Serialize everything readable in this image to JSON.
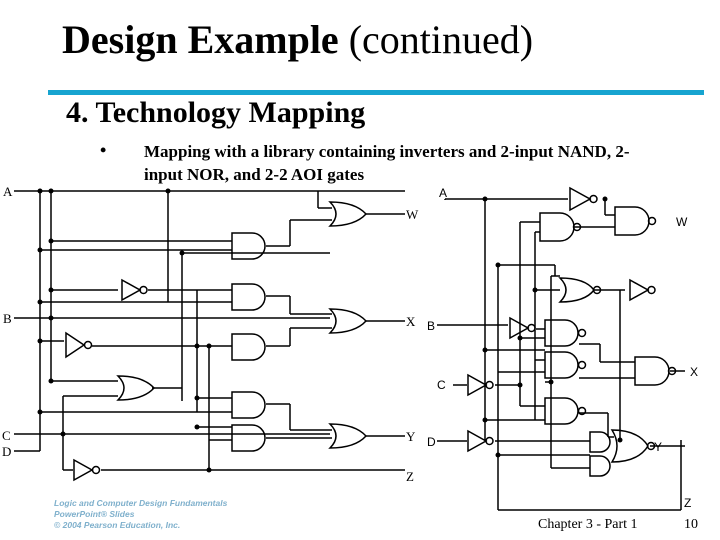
{
  "slide": {
    "title_bold": "Design Example",
    "title_rest": " (continued)",
    "section": "4.  Technology Mapping",
    "bullet": "•",
    "bullet_text": "Mapping with a library containing  inverters and 2-input NAND, 2-input NOR, and 2-2 AOI gates"
  },
  "left_circuit": {
    "inputs": [
      "A",
      "B",
      "C",
      "D"
    ],
    "outputs": [
      "W",
      "X",
      "Y",
      "Z"
    ]
  },
  "right_circuit": {
    "inputs": [
      "A",
      "B",
      "C",
      "D"
    ],
    "outputs": [
      "W",
      "X",
      "Y",
      "Z"
    ]
  },
  "footer": {
    "brand": [
      "Logic and Computer Design Fundamentals",
      "PowerPoint® Slides",
      "© 2004 Pearson Education, Inc."
    ],
    "chapter": "Chapter 3 - Part 1",
    "page": "10"
  },
  "colors": {
    "accent_rule": "#17a4d0",
    "brand": "#7fb0cc"
  }
}
